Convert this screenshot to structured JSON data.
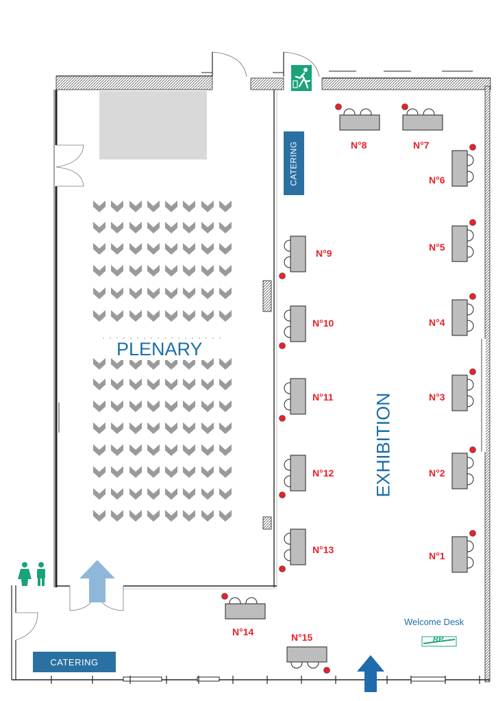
{
  "zones": {
    "plenary": "PLENARY",
    "exhibition": "EXHIBITION"
  },
  "catering": {
    "top": "CATERING",
    "bottom": "CATERING"
  },
  "welcome_desk": {
    "label": "Welcome Desk",
    "logo": "RP"
  },
  "booths": [
    {
      "label": "N°1"
    },
    {
      "label": "N°2"
    },
    {
      "label": "N°3"
    },
    {
      "label": "N°4"
    },
    {
      "label": "N°5"
    },
    {
      "label": "N°6"
    },
    {
      "label": "N°7"
    },
    {
      "label": "N°8"
    },
    {
      "label": "N°9"
    },
    {
      "label": "N°10"
    },
    {
      "label": "N°11"
    },
    {
      "label": "N°12"
    },
    {
      "label": "N°13"
    },
    {
      "label": "N°14"
    },
    {
      "label": "N°15"
    }
  ],
  "icons": {
    "exit": "emergency-exit-icon",
    "toilets": "restroom-icon",
    "entrance": "entrance-arrow-icon"
  },
  "colors": {
    "booth_label": "#e8212a",
    "zone_label": "#1b6fa8",
    "catering_bg": "#2b70a3",
    "booth_table": "#bdbdbd",
    "exhibitor_marker": "#e8212a",
    "exit_sign": "#1aa37a",
    "entrance_main": "#1f6bad",
    "entrance_plenary": "#8fb7d9",
    "seat_chevron": "#9a9a9a"
  }
}
